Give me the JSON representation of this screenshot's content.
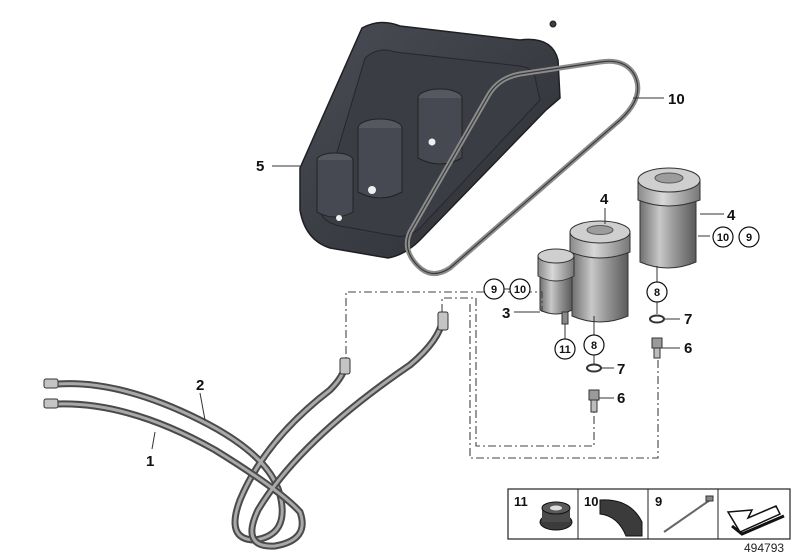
{
  "callouts": {
    "housing": "5",
    "seal_strip": "10",
    "reservoir_large": "4",
    "reservoir_medium": "4",
    "reservoir_small": "3",
    "line_long": "2",
    "line_short": "1",
    "grommet_right": "7",
    "grommet_mid": "7",
    "nipple_right": "6",
    "nipple_mid": "6",
    "circled_10_right": "10",
    "circled_9_right": "9",
    "circled_9_left": "9",
    "circled_10_left": "10",
    "circled_8_right": "8",
    "circled_8_mid": "8",
    "circled_11": "11"
  },
  "legend": {
    "items": [
      "11",
      "10",
      "9"
    ]
  },
  "doc_number": "494793"
}
